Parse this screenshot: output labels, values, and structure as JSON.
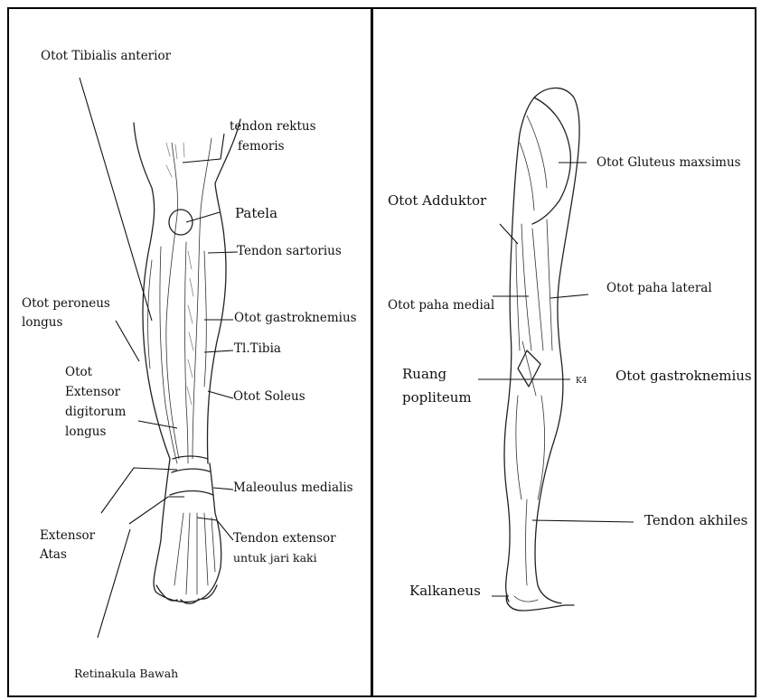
{
  "left": {
    "labels": {
      "tibialis_anterior": "Otot Tibialis anterior",
      "tendon_rektus_1": "tendon rektus",
      "tendon_rektus_2": "femoris",
      "patela": "Patela",
      "tendon_sartorius": "Tendon sartorius",
      "peroneus_1": "Otot peroneus",
      "peroneus_2": "longus",
      "gastroknemius": "Otot gastroknemius",
      "tl_tibia": "Tl.Tibia",
      "extensor_digitorum_1": "Otot",
      "extensor_digitorum_2": "Extensor",
      "extensor_digitorum_3": "digitorum",
      "extensor_digitorum_4": "longus",
      "soleus": "Otot Soleus",
      "maleolus": "Maleoulus medialis",
      "extensor_atas_1": "Extensor",
      "extensor_atas_2": "Atas",
      "tendon_extensor_1": "Tendon extensor",
      "tendon_extensor_2": "untuk jari kaki",
      "retinakula": "Retinakula Bawah"
    }
  },
  "right": {
    "labels": {
      "gluteus": "Otot Gluteus  maxsimus",
      "adduktor": "Otot Adduktor",
      "paha_lateral": "Otot paha lateral",
      "paha_medial": "Otot paha medial",
      "ruang_1": "Ruang",
      "ruang_2": "popliteum",
      "gastroknemius": "Otot gastroknemius",
      "k4": "K4",
      "tendon_akhiles": "Tendon akhiles",
      "kalkaneus": "Kalkaneus"
    }
  }
}
